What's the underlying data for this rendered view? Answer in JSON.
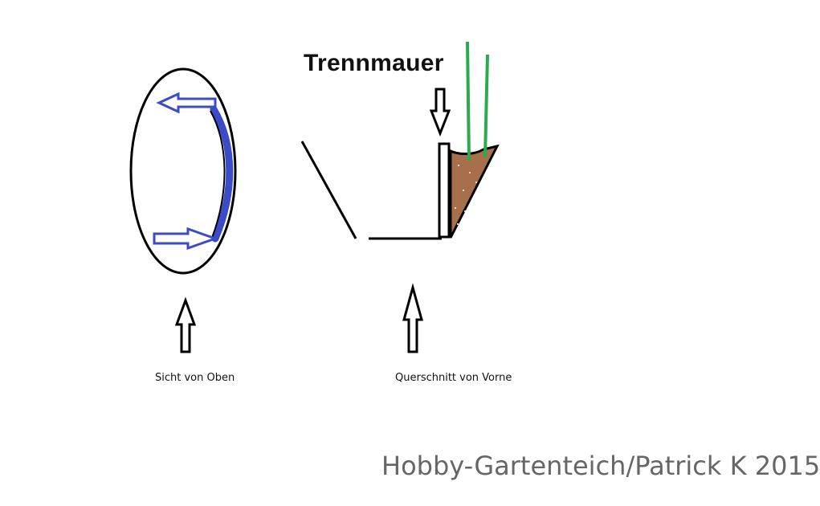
{
  "title": "Trennmauer",
  "captions": {
    "top_view": "Sicht von Oben",
    "front_view": "Querschnitt von Vorne"
  },
  "credit": "Hobby-Gartenteich/Patrick K 2015",
  "colors": {
    "outline": "#000000",
    "flow_arrows": "#3c4bc8",
    "soil": "#a86f4c",
    "plants": "#2eaa4e",
    "credit_text": "#666666"
  }
}
